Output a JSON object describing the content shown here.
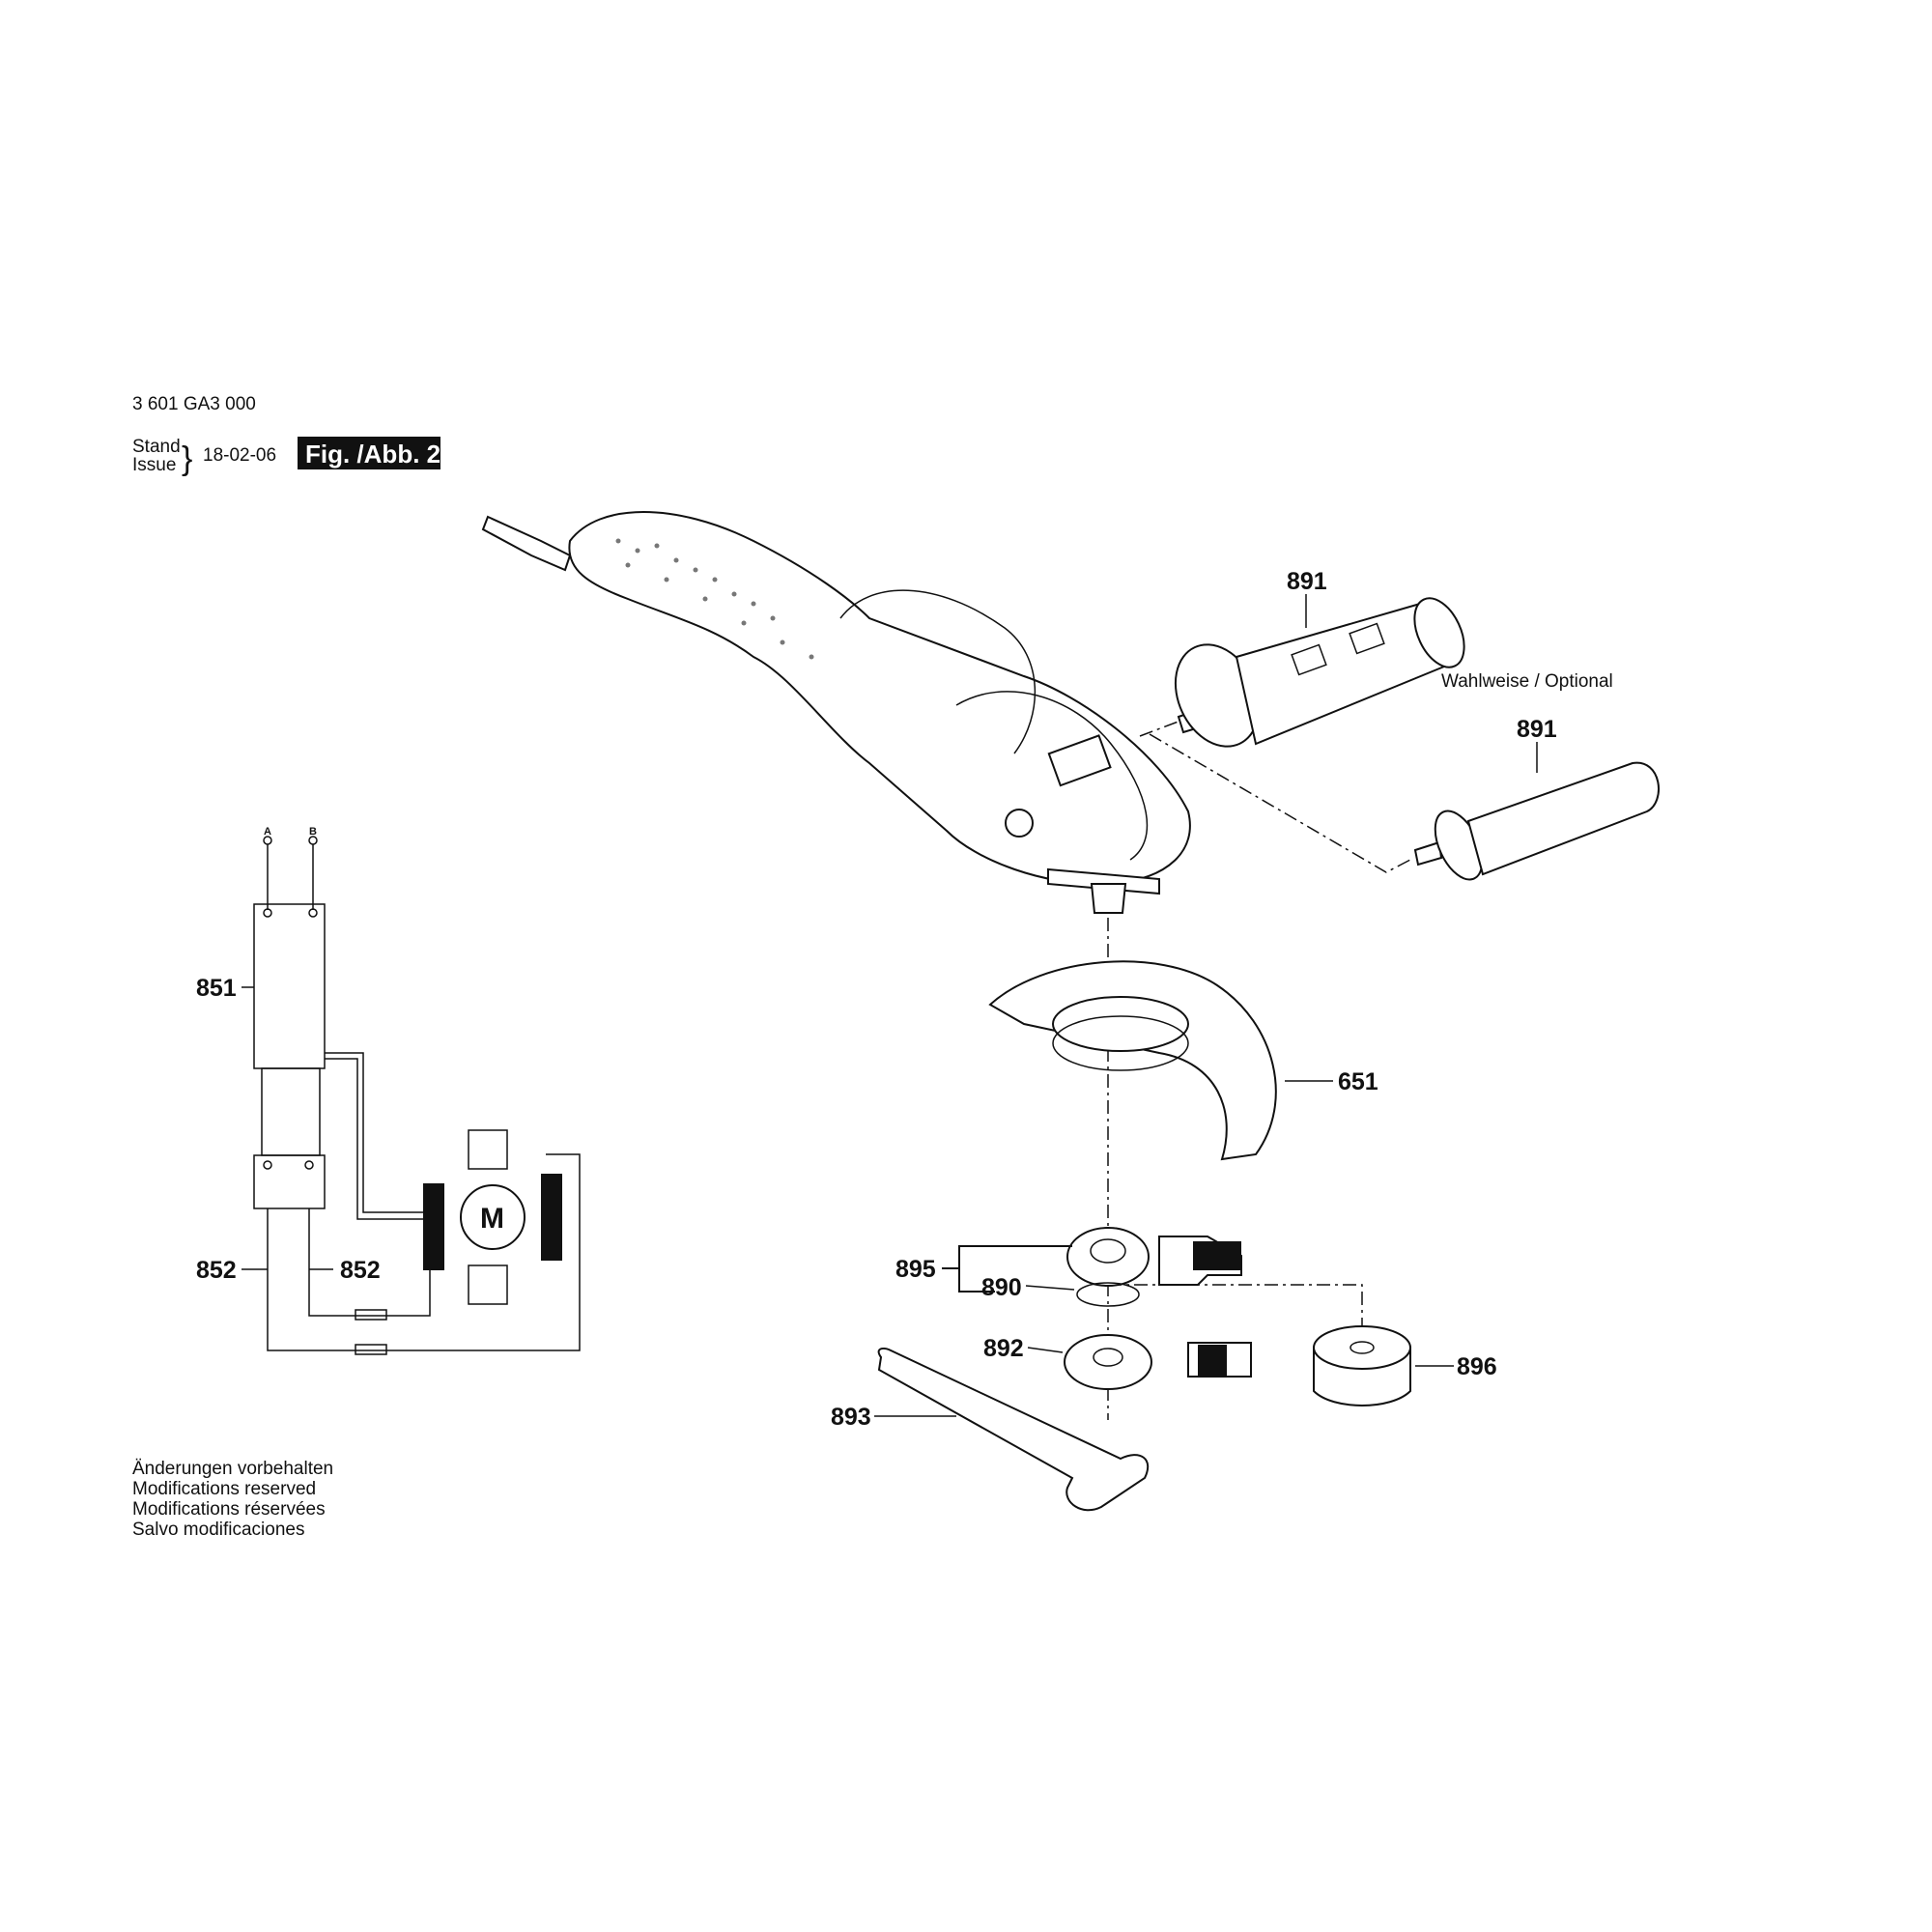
{
  "header": {
    "part_number": "3 601 GA3 000",
    "stand_label": "Stand",
    "issue_label": "Issue",
    "date": "18-02-06",
    "figure": "Fig. /Abb. 2"
  },
  "wiring": {
    "terminal_a": "A",
    "terminal_b": "B",
    "motor": "M",
    "labels": [
      "851",
      "852",
      "852"
    ]
  },
  "parts": {
    "handle_1": "891",
    "optional_note": "Wahlweise / Optional",
    "handle_2": "891",
    "guard": "651",
    "flange_set": "895",
    "o_ring": "890",
    "nut": "892",
    "spanner": "893",
    "quick_nut": "896"
  },
  "footer": {
    "lines": [
      "Änderungen vorbehalten",
      "Modifications reserved",
      "Modifications réservées",
      "Salvo modificaciones"
    ]
  }
}
